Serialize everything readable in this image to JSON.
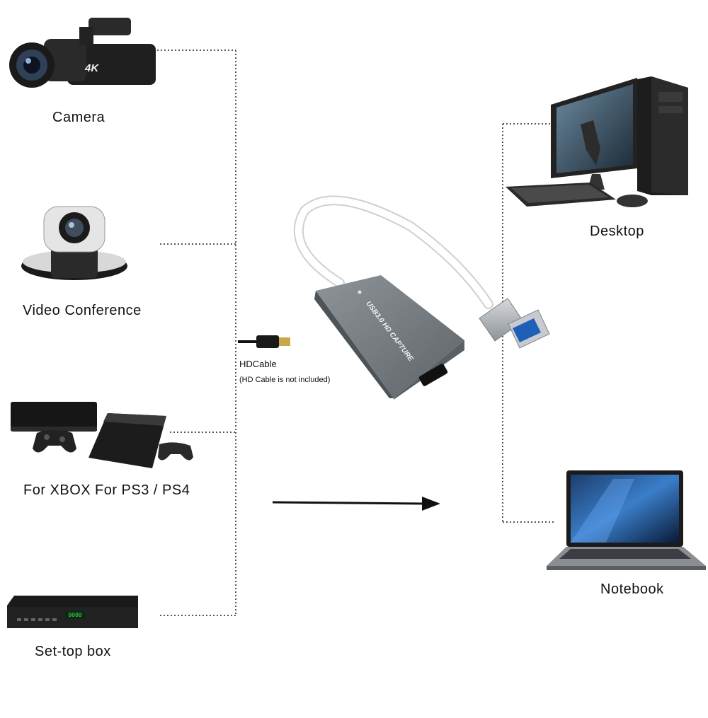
{
  "sources": {
    "camera": "Camera",
    "video_conference": "Video Conference",
    "xbox": "For XBOX",
    "ps": "For PS3 / PS4",
    "settop": "Set-top box"
  },
  "camera_badge": "4K",
  "cable": {
    "label": "HDCable",
    "note": "(HD Cable is not included)"
  },
  "device_text": "USB3.0 HD CAPTURE",
  "targets": {
    "desktop": "Desktop",
    "notebook": "Notebook"
  },
  "settop_display": "0000",
  "icons": [
    "camera-icon",
    "video-conference-icon",
    "xbox-icon",
    "playstation-icon",
    "settop-box-icon",
    "hdmi-cable-icon",
    "capture-device-icon",
    "desktop-icon",
    "notebook-icon",
    "arrow-icon"
  ]
}
